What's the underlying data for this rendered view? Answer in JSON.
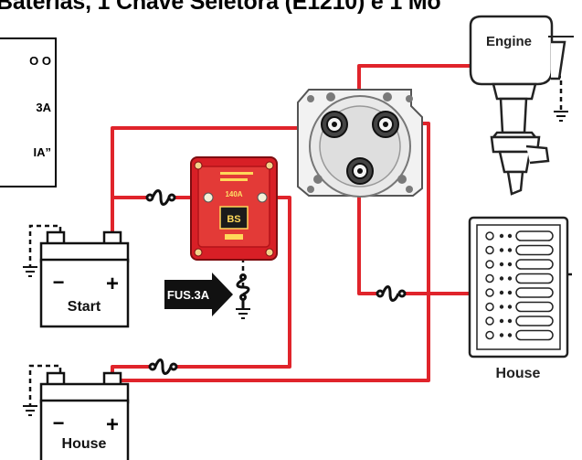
{
  "title": "Baterias, 1 Chave Seletora (E1210) e 1 Mo",
  "note_lines": [
    "O O",
    "3A",
    "IA”"
  ],
  "battery_start": {
    "label": "Start",
    "minus": "−",
    "plus": "+"
  },
  "battery_house": {
    "label": "House",
    "minus": "−",
    "plus": "+"
  },
  "engine": {
    "label": "Engine"
  },
  "panel": {
    "label": "House"
  },
  "acr": {
    "rating": "140A",
    "brand": "BS"
  },
  "fuse_arrow": {
    "label": "FUS.3A"
  },
  "colors": {
    "wire": "#e0242b",
    "ground": "#111111",
    "acr": "#d81f26"
  },
  "icons": [
    "fuse-icon",
    "ground-icon",
    "battery-icon",
    "outboard-engine-icon",
    "switch-panel-icon",
    "selector-switch-icon"
  ]
}
